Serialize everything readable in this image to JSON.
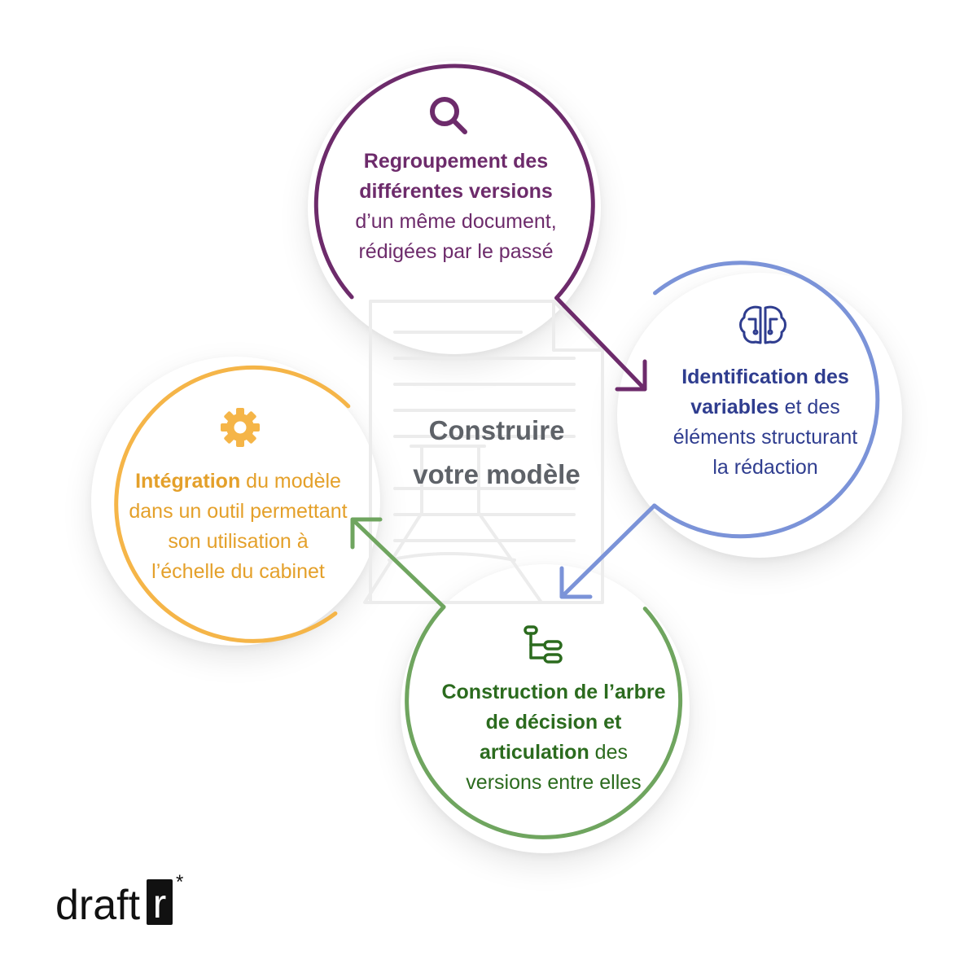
{
  "center": {
    "title_line1": "Construire",
    "title_line2": "votre modèle"
  },
  "steps": {
    "research": {
      "icon": "magnifier-icon",
      "color": "#6d2b6b",
      "bold_line1": "Regroupement des",
      "bold_line2": "différentes versions",
      "line3": "d’un même document,",
      "line4": "rédigées par le passé"
    },
    "variables": {
      "icon": "brain-icon",
      "color": "#2f3d8f",
      "stroke_color": "#7b93d8",
      "bold_line1": "Identification des",
      "bold_line2": "variables",
      "line2_rest": " et des",
      "line3": "éléments structurant",
      "line4": "la rédaction"
    },
    "tree": {
      "icon": "decision-tree-icon",
      "color": "#2b6b1e",
      "stroke_color": "#6fa55f",
      "bold_line1": "Construction de l’arbre",
      "bold_line2": "de décision et",
      "bold_line3": "articulation",
      "line3_rest": " des",
      "line4": "versions entre elles"
    },
    "integration": {
      "icon": "gear-icon",
      "color": "#e4a02a",
      "stroke_color": "#f5b548",
      "bold_line1": "Intégration",
      "line1_rest": " du modèle",
      "line2": "dans un outil permettant",
      "line3": "son utilisation à",
      "line4": "l’échelle du cabinet"
    }
  },
  "brand": {
    "name_prefix": "draft",
    "name_boxed": "r",
    "mark": "*"
  }
}
